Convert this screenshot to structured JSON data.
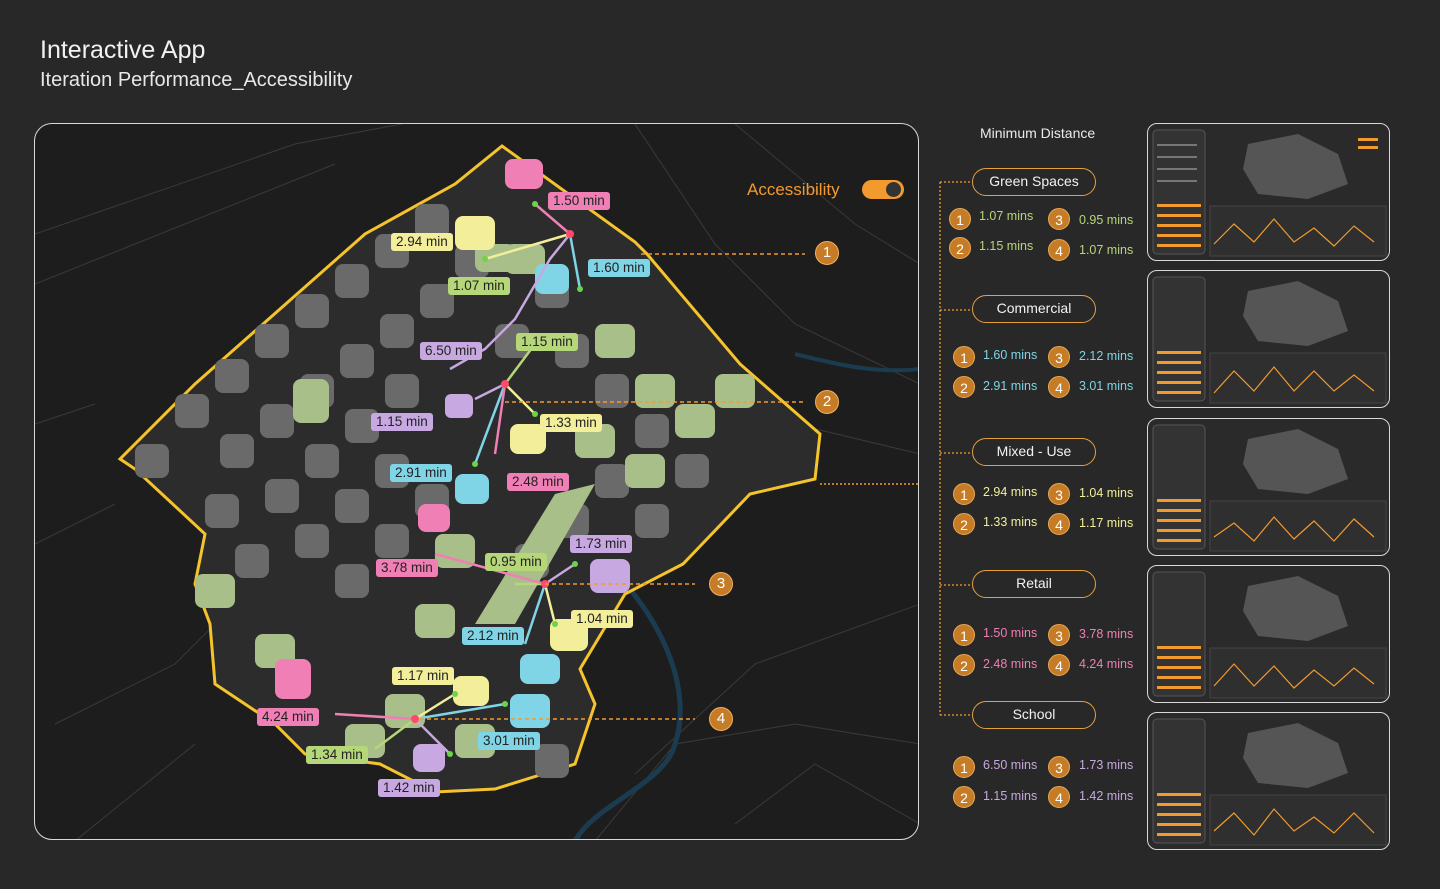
{
  "header": {
    "title": "Interactive App",
    "subtitle": "Iteration Performance_Accessibility"
  },
  "toggle": {
    "label": "Accessibility",
    "state": "on",
    "color": "#f29a2e"
  },
  "map": {
    "labels": [
      {
        "text": "1.50 min",
        "color": "#ef7fb4"
      },
      {
        "text": "2.94 min",
        "color": "#f2ee9a"
      },
      {
        "text": "1.60 min",
        "color": "#7fd4e6"
      },
      {
        "text": "1.07 min",
        "color": "#b6d67a"
      },
      {
        "text": "6.50 min",
        "color": "#c7a8e0"
      },
      {
        "text": "1.15 min",
        "color": "#b6d67a"
      },
      {
        "text": "1.15 min",
        "color": "#c7a8e0"
      },
      {
        "text": "1.33 min",
        "color": "#f2ee9a"
      },
      {
        "text": "2.91 min",
        "color": "#7fd4e6"
      },
      {
        "text": "2.48 min",
        "color": "#ef7fb4"
      },
      {
        "text": "1.73 min",
        "color": "#c7a8e0"
      },
      {
        "text": "3.78 min",
        "color": "#ef7fb4"
      },
      {
        "text": "0.95 min",
        "color": "#b6d67a"
      },
      {
        "text": "1.04 min",
        "color": "#f2ee9a"
      },
      {
        "text": "2.12 min",
        "color": "#7fd4e6"
      },
      {
        "text": "1.17 min",
        "color": "#f2ee9a"
      },
      {
        "text": "4.24 min",
        "color": "#ef7fb4"
      },
      {
        "text": "3.01 min",
        "color": "#7fd4e6"
      },
      {
        "text": "1.34 min",
        "color": "#b6d67a"
      },
      {
        "text": "1.42 min",
        "color": "#c7a8e0"
      }
    ],
    "markers": [
      "1",
      "2",
      "3",
      "4"
    ]
  },
  "summary": {
    "title": "Minimum Distance",
    "categories": [
      {
        "name": "Green Spaces",
        "color": "#b6d67a",
        "values": [
          {
            "n": "1",
            "v": "1.07 mins"
          },
          {
            "n": "3",
            "v": "0.95 mins"
          },
          {
            "n": "2",
            "v": "1.15 mins"
          },
          {
            "n": "4",
            "v": "1.07 mins"
          }
        ]
      },
      {
        "name": "Commercial",
        "color": "#7fd4e6",
        "values": [
          {
            "n": "1",
            "v": "1.60 mins"
          },
          {
            "n": "3",
            "v": "2.12 mins"
          },
          {
            "n": "2",
            "v": "2.91 mins"
          },
          {
            "n": "4",
            "v": "3.01 mins"
          }
        ]
      },
      {
        "name": "Mixed - Use",
        "color": "#f2ee9a",
        "values": [
          {
            "n": "1",
            "v": "2.94 mins"
          },
          {
            "n": "3",
            "v": "1.04 mins"
          },
          {
            "n": "2",
            "v": "1.33 mins"
          },
          {
            "n": "4",
            "v": "1.17 mins"
          }
        ]
      },
      {
        "name": "Retail",
        "color": "#ef7fb4",
        "values": [
          {
            "n": "1",
            "v": "1.50 mins"
          },
          {
            "n": "3",
            "v": "3.78 mins"
          },
          {
            "n": "2",
            "v": "2.48 mins"
          },
          {
            "n": "4",
            "v": "4.24 mins"
          }
        ]
      },
      {
        "name": "School",
        "color": "#c7a8e0",
        "values": [
          {
            "n": "1",
            "v": "6.50 mins"
          },
          {
            "n": "3",
            "v": "1.73 mins"
          },
          {
            "n": "2",
            "v": "1.15 mins"
          },
          {
            "n": "4",
            "v": "1.42 mins"
          }
        ]
      }
    ]
  },
  "colors": {
    "accent": "#f29a2e",
    "boundary": "#f5c32c"
  }
}
